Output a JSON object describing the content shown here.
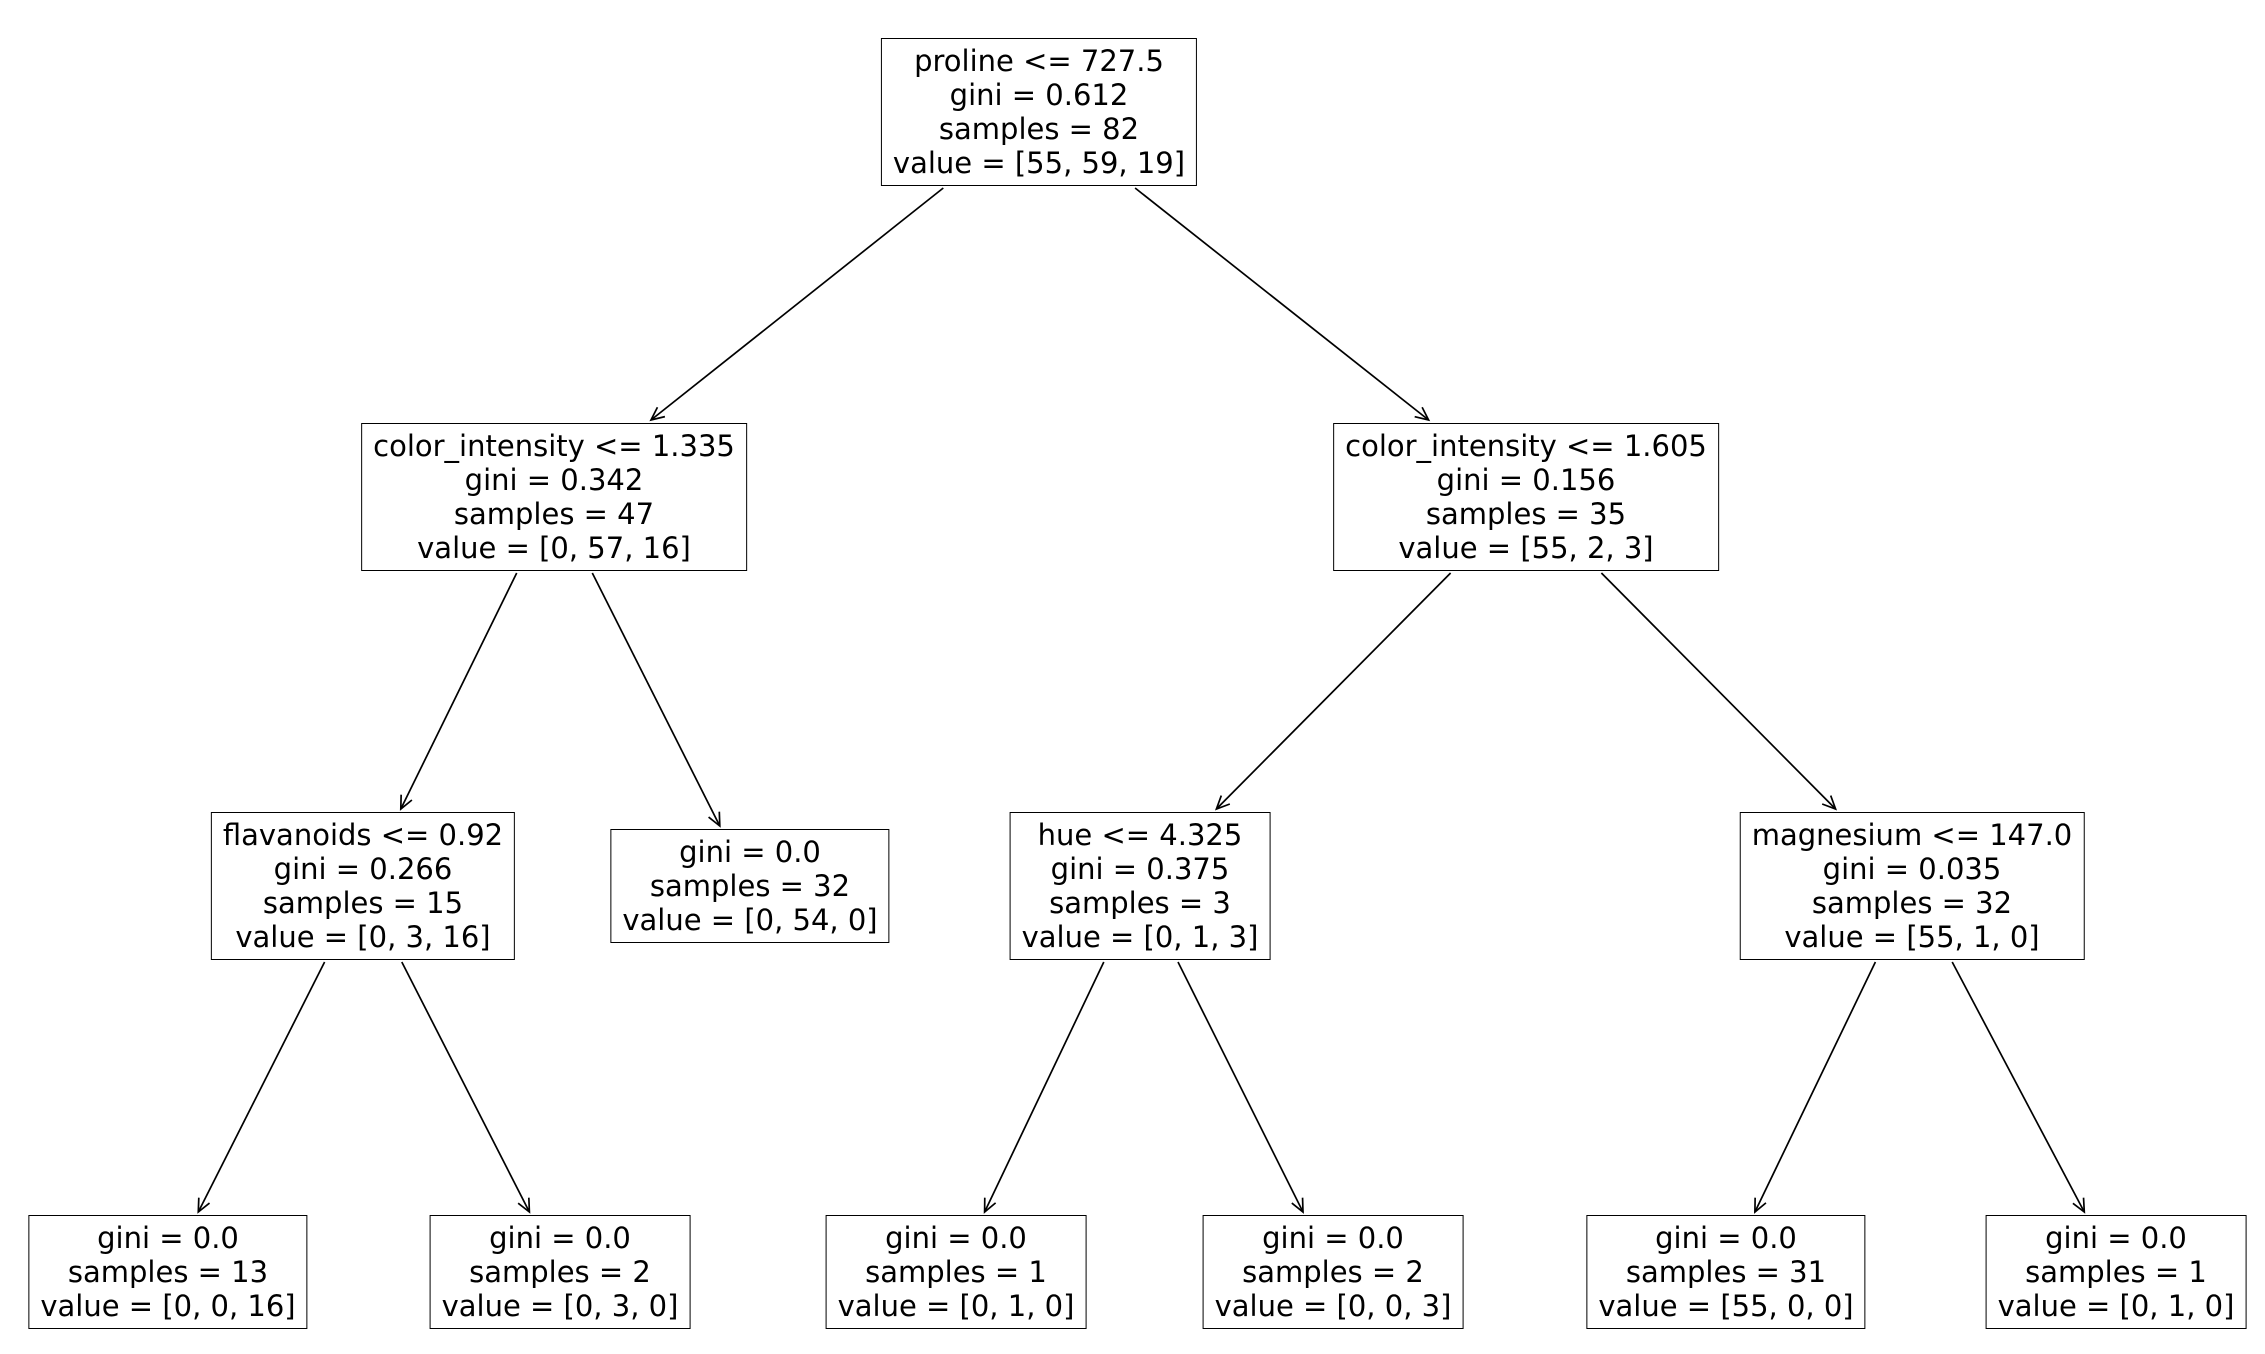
{
  "figure": {
    "colors": {
      "background": "#ffffff",
      "box_fill": "#ffffff",
      "box_border": "#000000",
      "text": "#000000",
      "arrow": "#000000"
    }
  },
  "tree": {
    "type": "decision-tree",
    "nodes": [
      {
        "id": "root-proline",
        "lines": [
          "proline <= 727.5",
          "gini = 0.612",
          "samples = 82",
          "value = [55, 59, 19]"
        ]
      },
      {
        "id": "color-intensity-left",
        "lines": [
          "color_intensity <= 1.335",
          "gini = 0.342",
          "samples = 47",
          "value = [0, 57, 16]"
        ]
      },
      {
        "id": "color-intensity-right",
        "lines": [
          "color_intensity <= 1.605",
          "gini = 0.156",
          "samples = 35",
          "value = [55, 2, 3]"
        ]
      },
      {
        "id": "flavanoids",
        "lines": [
          "flavanoids <= 0.92",
          "gini = 0.266",
          "samples = 15",
          "value = [0, 3, 16]"
        ]
      },
      {
        "id": "leaf-class1-pure",
        "lines": [
          "gini = 0.0",
          "samples = 32",
          "value = [0, 54, 0]"
        ]
      },
      {
        "id": "hue",
        "lines": [
          "hue <= 4.325",
          "gini = 0.375",
          "samples = 3",
          "value = [0, 1, 3]"
        ]
      },
      {
        "id": "magnesium",
        "lines": [
          "magnesium <= 147.0",
          "gini = 0.035",
          "samples = 32",
          "value = [55, 1, 0]"
        ]
      },
      {
        "id": "leaf-1",
        "lines": [
          "gini = 0.0",
          "samples = 13",
          "value = [0, 0, 16]"
        ]
      },
      {
        "id": "leaf-2",
        "lines": [
          "gini = 0.0",
          "samples = 2",
          "value = [0, 3, 0]"
        ]
      },
      {
        "id": "leaf-3",
        "lines": [
          "gini = 0.0",
          "samples = 1",
          "value = [0, 1, 0]"
        ]
      },
      {
        "id": "leaf-4",
        "lines": [
          "gini = 0.0",
          "samples = 2",
          "value = [0, 0, 3]"
        ]
      },
      {
        "id": "leaf-5",
        "lines": [
          "gini = 0.0",
          "samples = 31",
          "value = [55, 0, 0]"
        ]
      },
      {
        "id": "leaf-6",
        "lines": [
          "gini = 0.0",
          "samples = 1",
          "value = [0, 1, 0]"
        ]
      }
    ],
    "edges": [
      [
        0,
        1
      ],
      [
        0,
        2
      ],
      [
        1,
        3
      ],
      [
        1,
        4
      ],
      [
        2,
        5
      ],
      [
        2,
        6
      ],
      [
        3,
        7
      ],
      [
        3,
        8
      ],
      [
        5,
        9
      ],
      [
        5,
        10
      ],
      [
        6,
        11
      ],
      [
        6,
        12
      ]
    ]
  }
}
